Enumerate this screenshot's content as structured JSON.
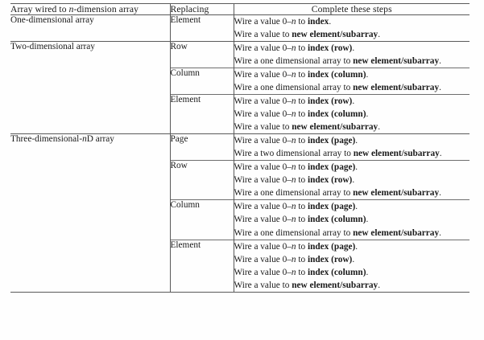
{
  "table": {
    "headers": {
      "col1_pre": "Array wired to ",
      "col1_ital": "n",
      "col1_post": "-dimension array",
      "col2": "Replacing",
      "col3": "Complete these steps"
    },
    "sections": [
      {
        "dimension_pre": "One-dimensional array",
        "dimension_ital": "",
        "dimension_post": "",
        "rows": [
          {
            "replacing": "Element",
            "steps": [
              {
                "pre": "Wire a value 0–",
                "ital": "n",
                "mid": " to ",
                "bold": "index",
                "post": "."
              },
              {
                "pre": "Wire a value to ",
                "ital": "",
                "mid": "",
                "bold": "new element/subarray",
                "post": "."
              }
            ]
          }
        ]
      },
      {
        "dimension_pre": "Two-dimensional array",
        "dimension_ital": "",
        "dimension_post": "",
        "rows": [
          {
            "replacing": "Row",
            "steps": [
              {
                "pre": "Wire a value 0–",
                "ital": "n",
                "mid": " to ",
                "bold": "index (row)",
                "post": "."
              },
              {
                "pre": "Wire a one dimensional array to ",
                "ital": "",
                "mid": "",
                "bold": "new element/subarray",
                "post": "."
              }
            ]
          },
          {
            "replacing": "Column",
            "steps": [
              {
                "pre": "Wire a value 0–",
                "ital": "n",
                "mid": " to ",
                "bold": "index (column)",
                "post": "."
              },
              {
                "pre": "Wire a one dimensional array to ",
                "ital": "",
                "mid": "",
                "bold": "new element/subarray",
                "post": "."
              }
            ]
          },
          {
            "replacing": "Element",
            "steps": [
              {
                "pre": "Wire a value 0–",
                "ital": "n",
                "mid": " to ",
                "bold": "index (row)",
                "post": "."
              },
              {
                "pre": "Wire a value 0–",
                "ital": "n",
                "mid": " to ",
                "bold": "index (column)",
                "post": "."
              },
              {
                "pre": "Wire a value to ",
                "ital": "",
                "mid": "",
                "bold": "new element/subarray",
                "post": "."
              }
            ]
          }
        ]
      },
      {
        "dimension_pre": "Three-dimensional-",
        "dimension_ital": "n",
        "dimension_post": "D array",
        "rows": [
          {
            "replacing": "Page",
            "steps": [
              {
                "pre": "Wire a value 0–",
                "ital": "n",
                "mid": " to ",
                "bold": "index (page)",
                "post": "."
              },
              {
                "pre": "Wire a two dimensional array to ",
                "ital": "",
                "mid": "",
                "bold": "new element/subarray",
                "post": "."
              }
            ]
          },
          {
            "replacing": "Row",
            "steps": [
              {
                "pre": "Wire a value 0–",
                "ital": "n",
                "mid": " to ",
                "bold": "index (page)",
                "post": "."
              },
              {
                "pre": "Wire a value 0–",
                "ital": "n",
                "mid": " to ",
                "bold": "index (row)",
                "post": "."
              },
              {
                "pre": "Wire a one dimensional array to ",
                "ital": "",
                "mid": "",
                "bold": "new element/subarray",
                "post": "."
              }
            ]
          },
          {
            "replacing": "Column",
            "steps": [
              {
                "pre": "Wire a value 0–",
                "ital": "n",
                "mid": " to ",
                "bold": "index (page)",
                "post": "."
              },
              {
                "pre": "Wire a value 0–",
                "ital": "n",
                "mid": " to ",
                "bold": "index (column)",
                "post": "."
              },
              {
                "pre": "Wire a one dimensional array to ",
                "ital": "",
                "mid": "",
                "bold": "new element/subarray",
                "post": "."
              }
            ]
          },
          {
            "replacing": "Element",
            "steps": [
              {
                "pre": "Wire a value 0–",
                "ital": "n",
                "mid": " to ",
                "bold": "index (page)",
                "post": "."
              },
              {
                "pre": "Wire a value 0–",
                "ital": "n",
                "mid": " to ",
                "bold": "index (row)",
                "post": "."
              },
              {
                "pre": "Wire a value 0–",
                "ital": "n",
                "mid": " to ",
                "bold": "index (column)",
                "post": "."
              },
              {
                "pre": "Wire a value to ",
                "ital": "",
                "mid": "",
                "bold": "new element/subarray",
                "post": "."
              }
            ]
          }
        ]
      }
    ]
  },
  "style": {
    "rule_color": "#5a5a5a",
    "text_color": "#1a1a1a",
    "background": "#fefefe"
  }
}
